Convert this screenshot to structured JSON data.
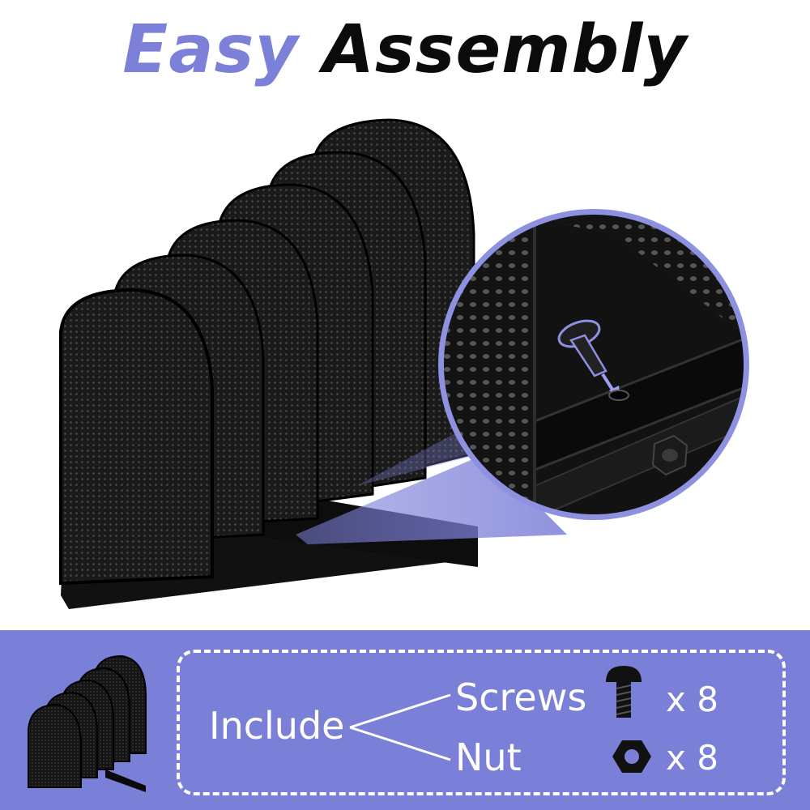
{
  "title": {
    "word1": "Easy",
    "word2": "Assembly",
    "accent_color": "#7c80d8",
    "text_color": "#0b0b0b"
  },
  "includes": {
    "label": "Include",
    "items": [
      {
        "name": "Screws",
        "count_text": "x 8",
        "icon": "screw-icon"
      },
      {
        "name": "Nut",
        "count_text": "x 8",
        "icon": "hex-nut-icon"
      }
    ],
    "band_color": "#7a7fd8"
  },
  "images": {
    "main": "black-mesh-file-organizer",
    "detail": "magnified-screw-assembly-circle",
    "thumbnail": "organizer-thumbnail"
  }
}
